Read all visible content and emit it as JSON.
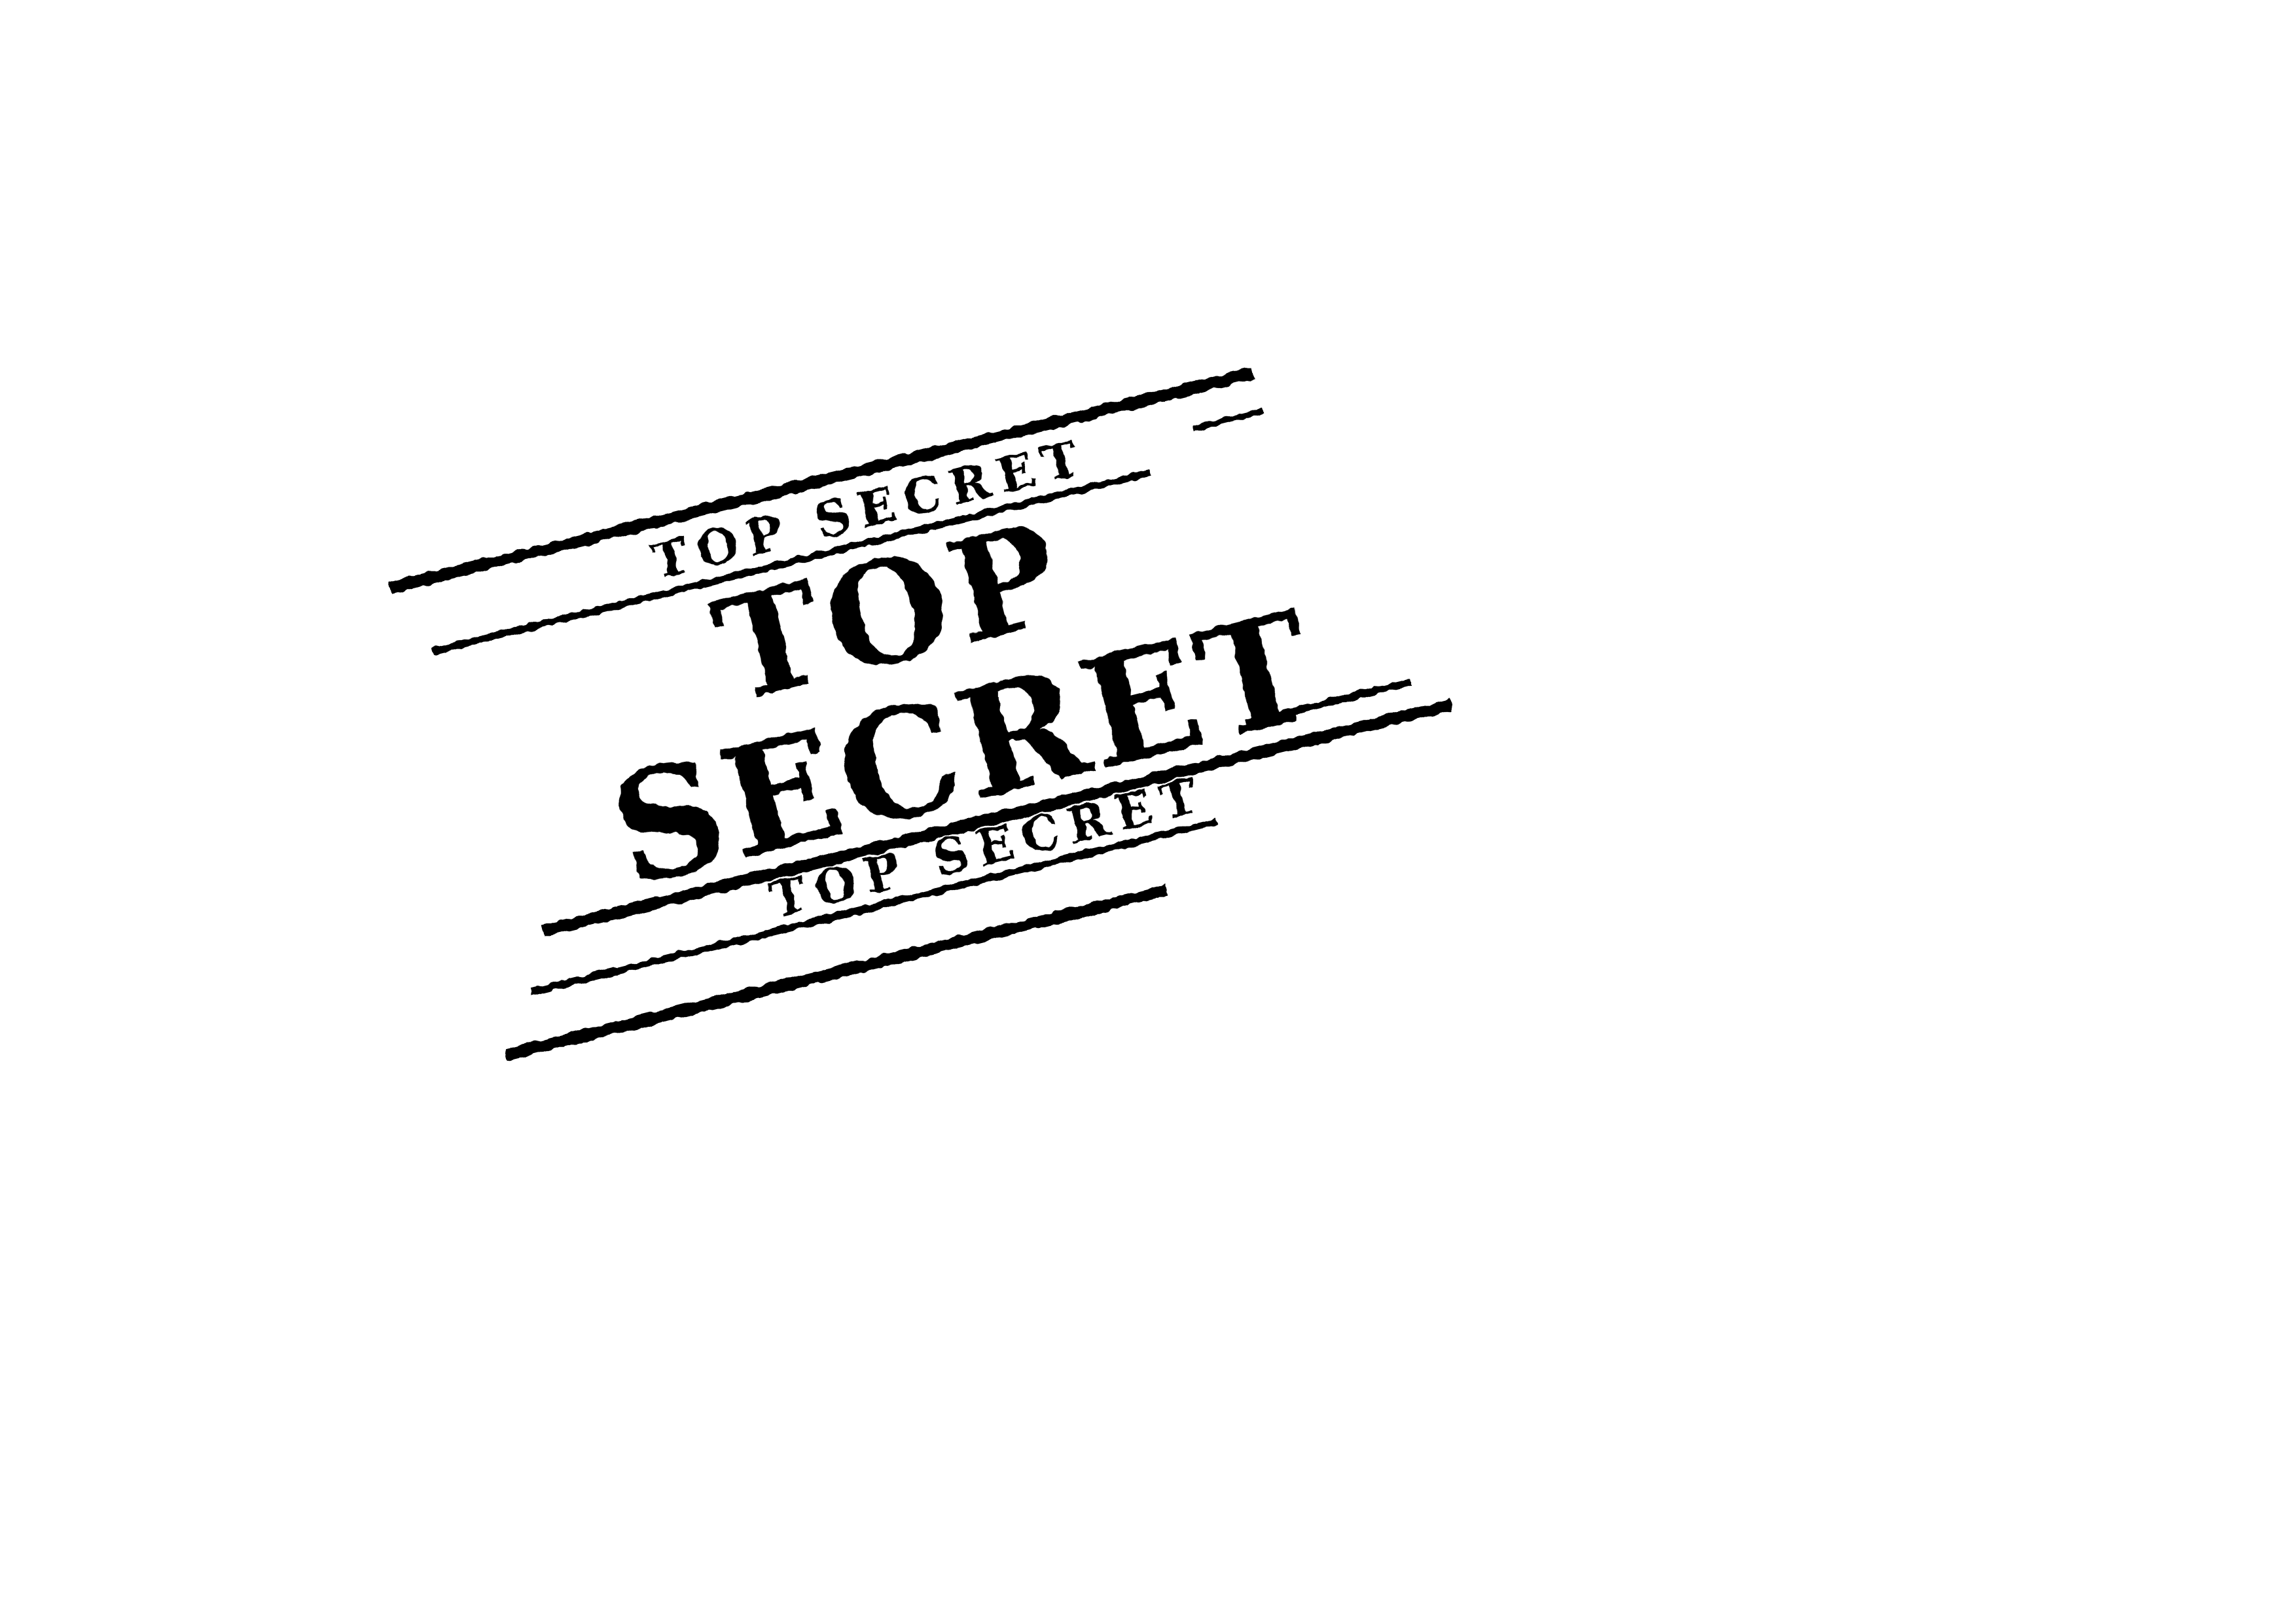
{
  "stamp": {
    "small_top_text": "TOP SECRET",
    "large_line_1": "TOP",
    "large_line_2": "SECRET",
    "small_bottom_text": "TOP SECRET",
    "ink_color": "#000000",
    "background_color": "#ffffff"
  }
}
